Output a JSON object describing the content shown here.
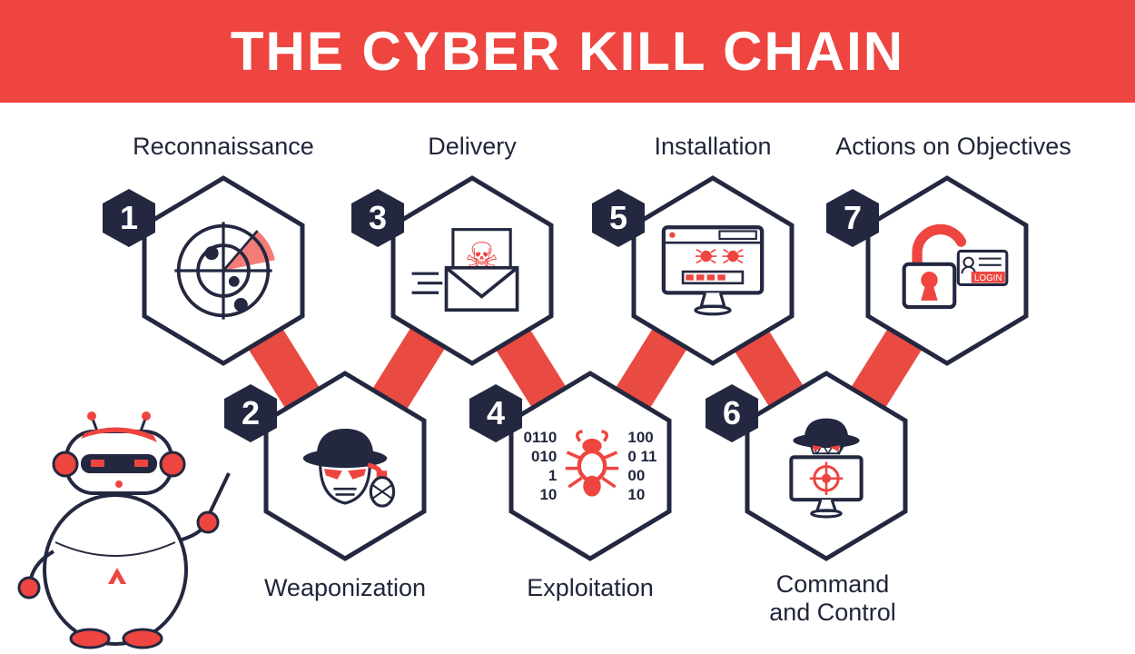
{
  "header": {
    "title": "THE CYBER KILL CHAIN"
  },
  "colors": {
    "red": "#ee4540",
    "navy": "#232840",
    "background": "#ffffff"
  },
  "stages": [
    {
      "number": "1",
      "label": "Reconnaissance",
      "icon": "radar-icon",
      "row": "top"
    },
    {
      "number": "2",
      "label": "Weaponization",
      "icon": "hacker-grenade-icon",
      "row": "bottom"
    },
    {
      "number": "3",
      "label": "Delivery",
      "icon": "envelope-skull-icon",
      "row": "top"
    },
    {
      "number": "4",
      "label": "Exploitation",
      "icon": "binary-bug-icon",
      "row": "bottom"
    },
    {
      "number": "5",
      "label": "Installation",
      "icon": "infected-monitor-icon",
      "row": "top"
    },
    {
      "number": "6",
      "label": "Command and Control",
      "label_lines": [
        "Command",
        "and Control"
      ],
      "icon": "hacker-command-monitor-icon",
      "row": "bottom"
    },
    {
      "number": "7",
      "label": "Actions on Objectives",
      "icon": "padlock-login-icon",
      "row": "top"
    }
  ],
  "exploitation_binary": {
    "left": [
      "0110",
      "010",
      "1",
      "10"
    ],
    "right": [
      "100",
      "0 11",
      "00",
      "10"
    ]
  },
  "login_card": {
    "label": "LOGIN"
  },
  "mascot": {
    "name": "robot-mascot"
  }
}
